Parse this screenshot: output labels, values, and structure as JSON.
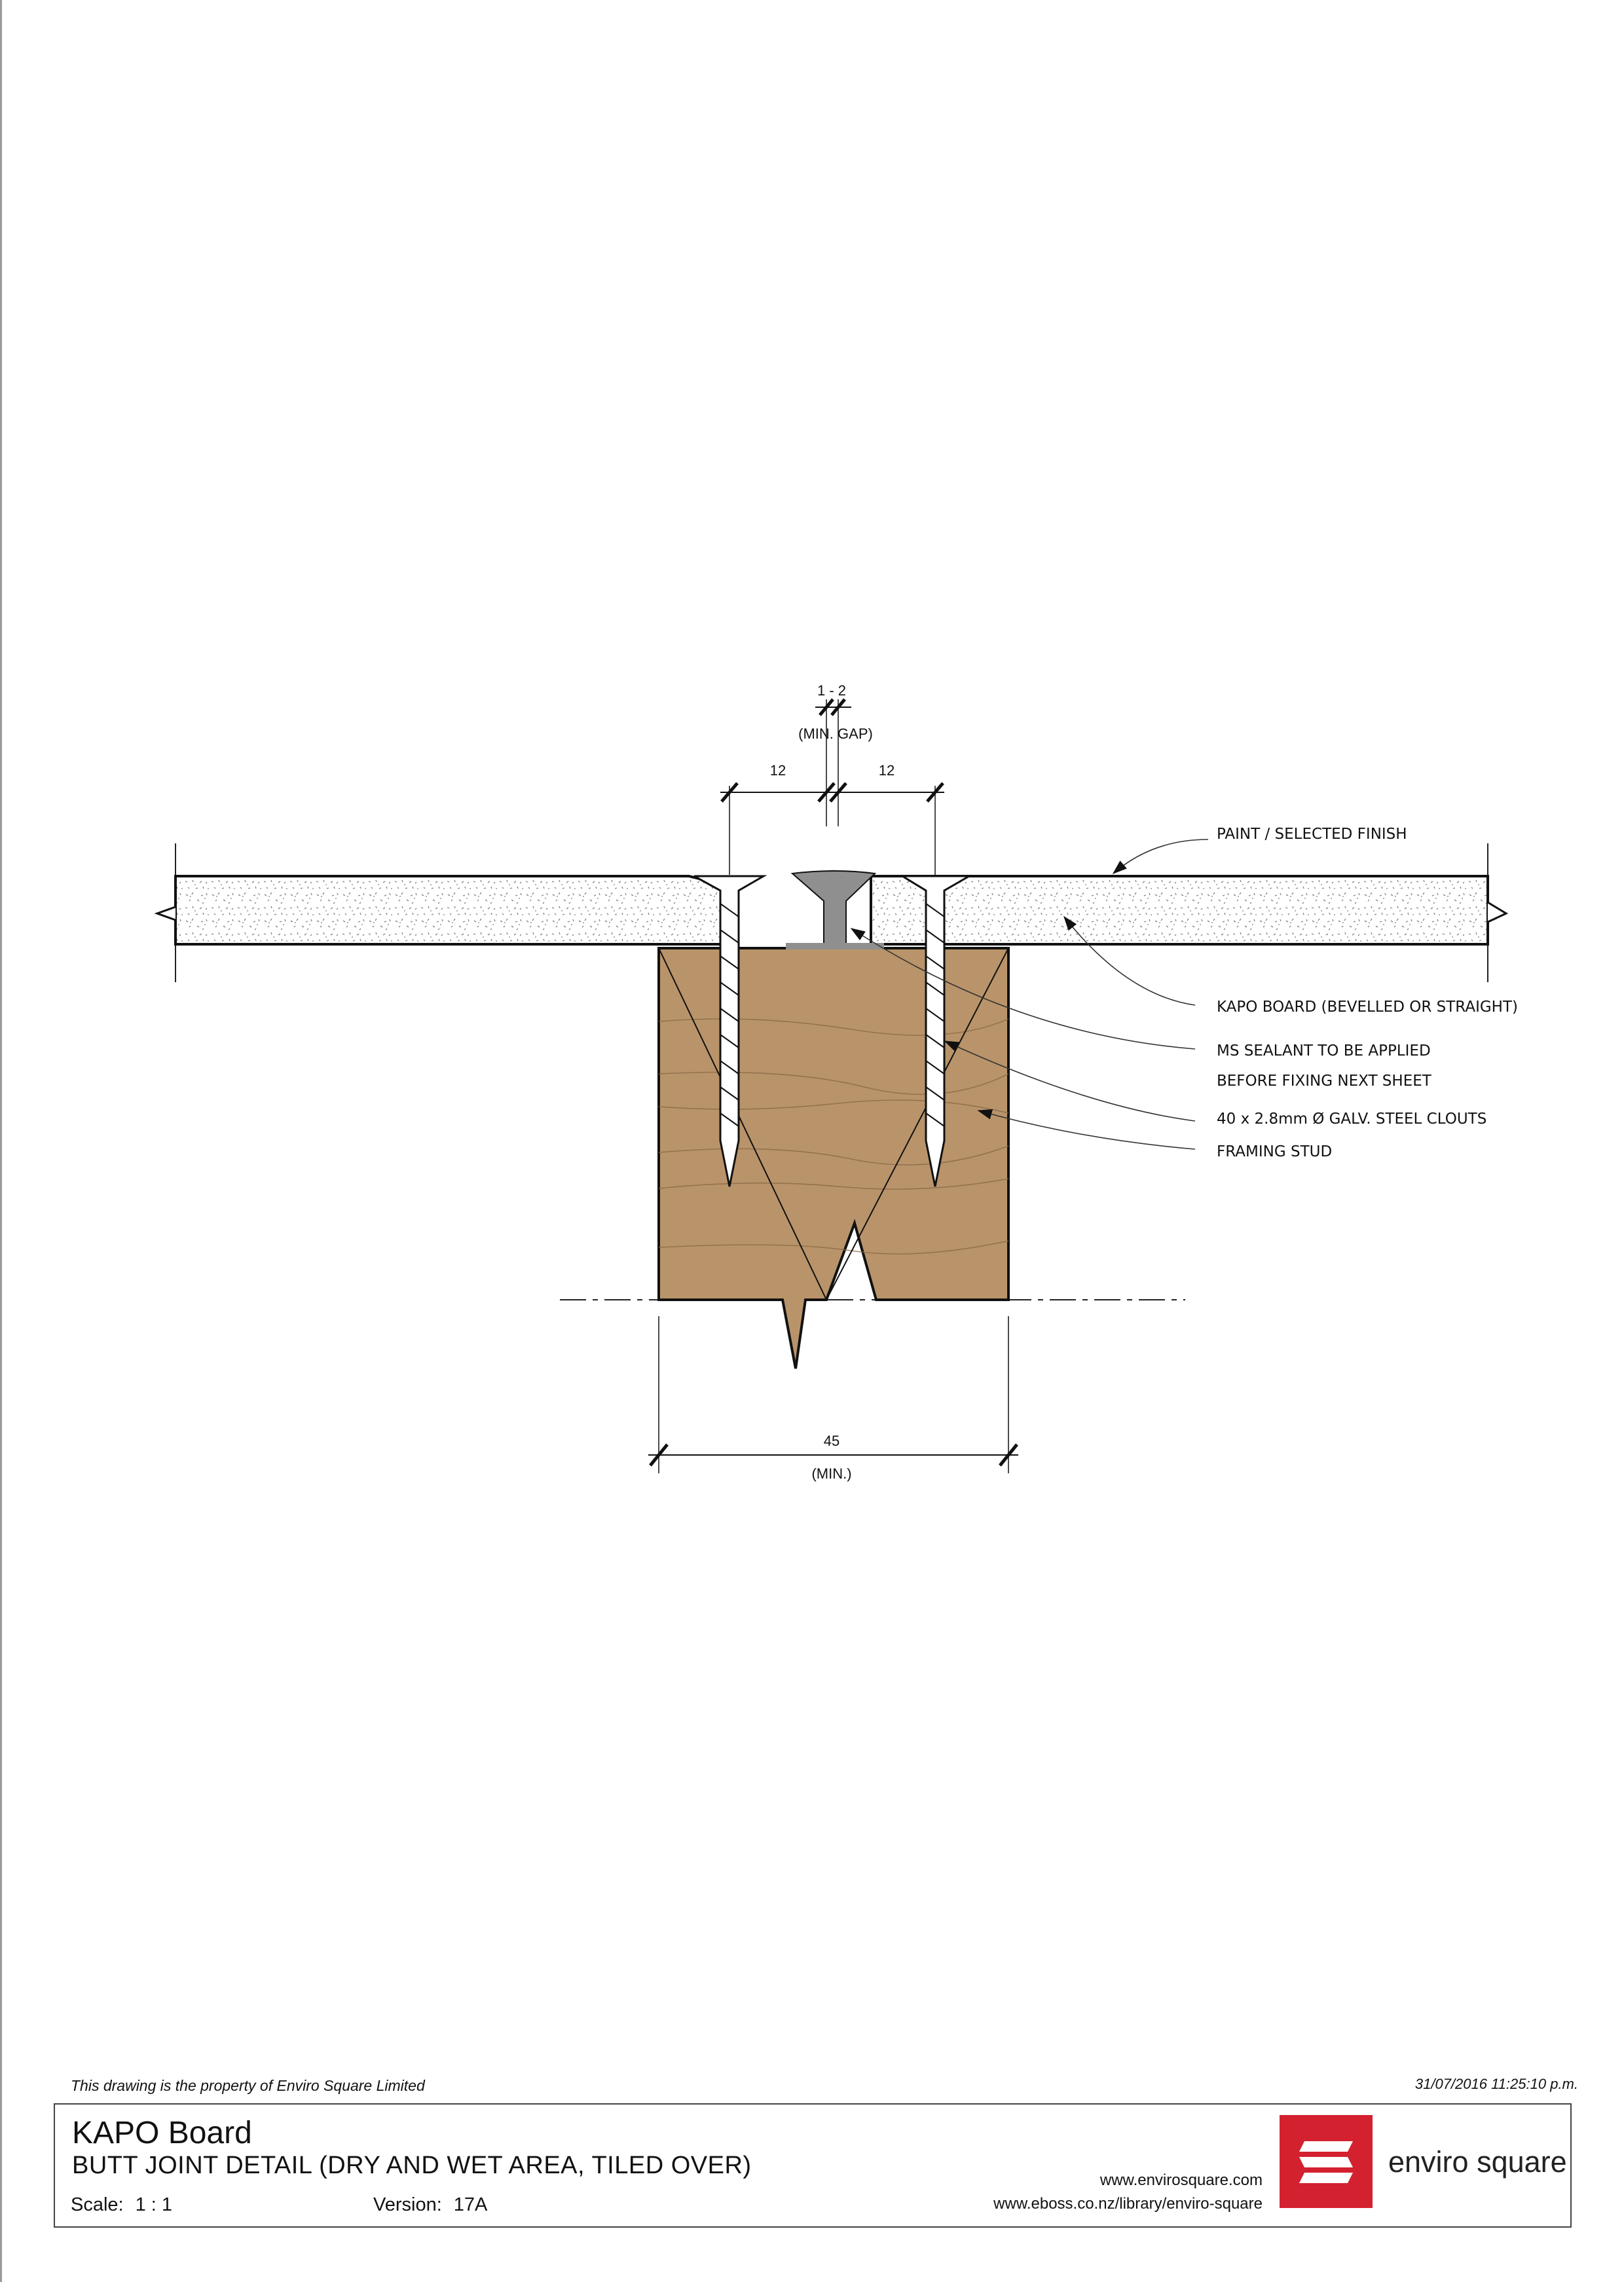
{
  "title_block": {
    "property_note": "This drawing is the property of Enviro Square Limited",
    "timestamp": "31/07/2016 11:25:10 p.m.",
    "title": "KAPO Board",
    "subtitle": "BUTT JOINT DETAIL (DRY AND WET AREA, TILED OVER)",
    "scale_label": "Scale:",
    "scale_value": "1 : 1",
    "version_label": "Version:",
    "version_value": "17A",
    "url_website": "www.envirosquare.com",
    "url_library": "www.eboss.co.nz/library/enviro-square",
    "logo_text": "enviro square"
  },
  "dimensions": {
    "gap_value": "1 - 2",
    "gap_note": "(MIN. GAP)",
    "left_edge": "12",
    "right_edge": "12",
    "stud_width": "45",
    "stud_note": "(MIN.)"
  },
  "annotations": {
    "finish": "PAINT / SELECTED FINISH",
    "board": "KAPO BOARD (BEVELLED OR STRAIGHT)",
    "sealant_1": "MS SEALANT TO BE APPLIED",
    "sealant_2": "BEFORE FIXING NEXT SHEET",
    "clouts": "40 x 2.8mm Ø GALV. STEEL CLOUTS",
    "stud": "FRAMING STUD"
  },
  "colors": {
    "timber": "#b9946a",
    "board_speckle": "#d2d2d2",
    "sealant": "#8f8f8f",
    "logo_red": "#d3212f"
  }
}
